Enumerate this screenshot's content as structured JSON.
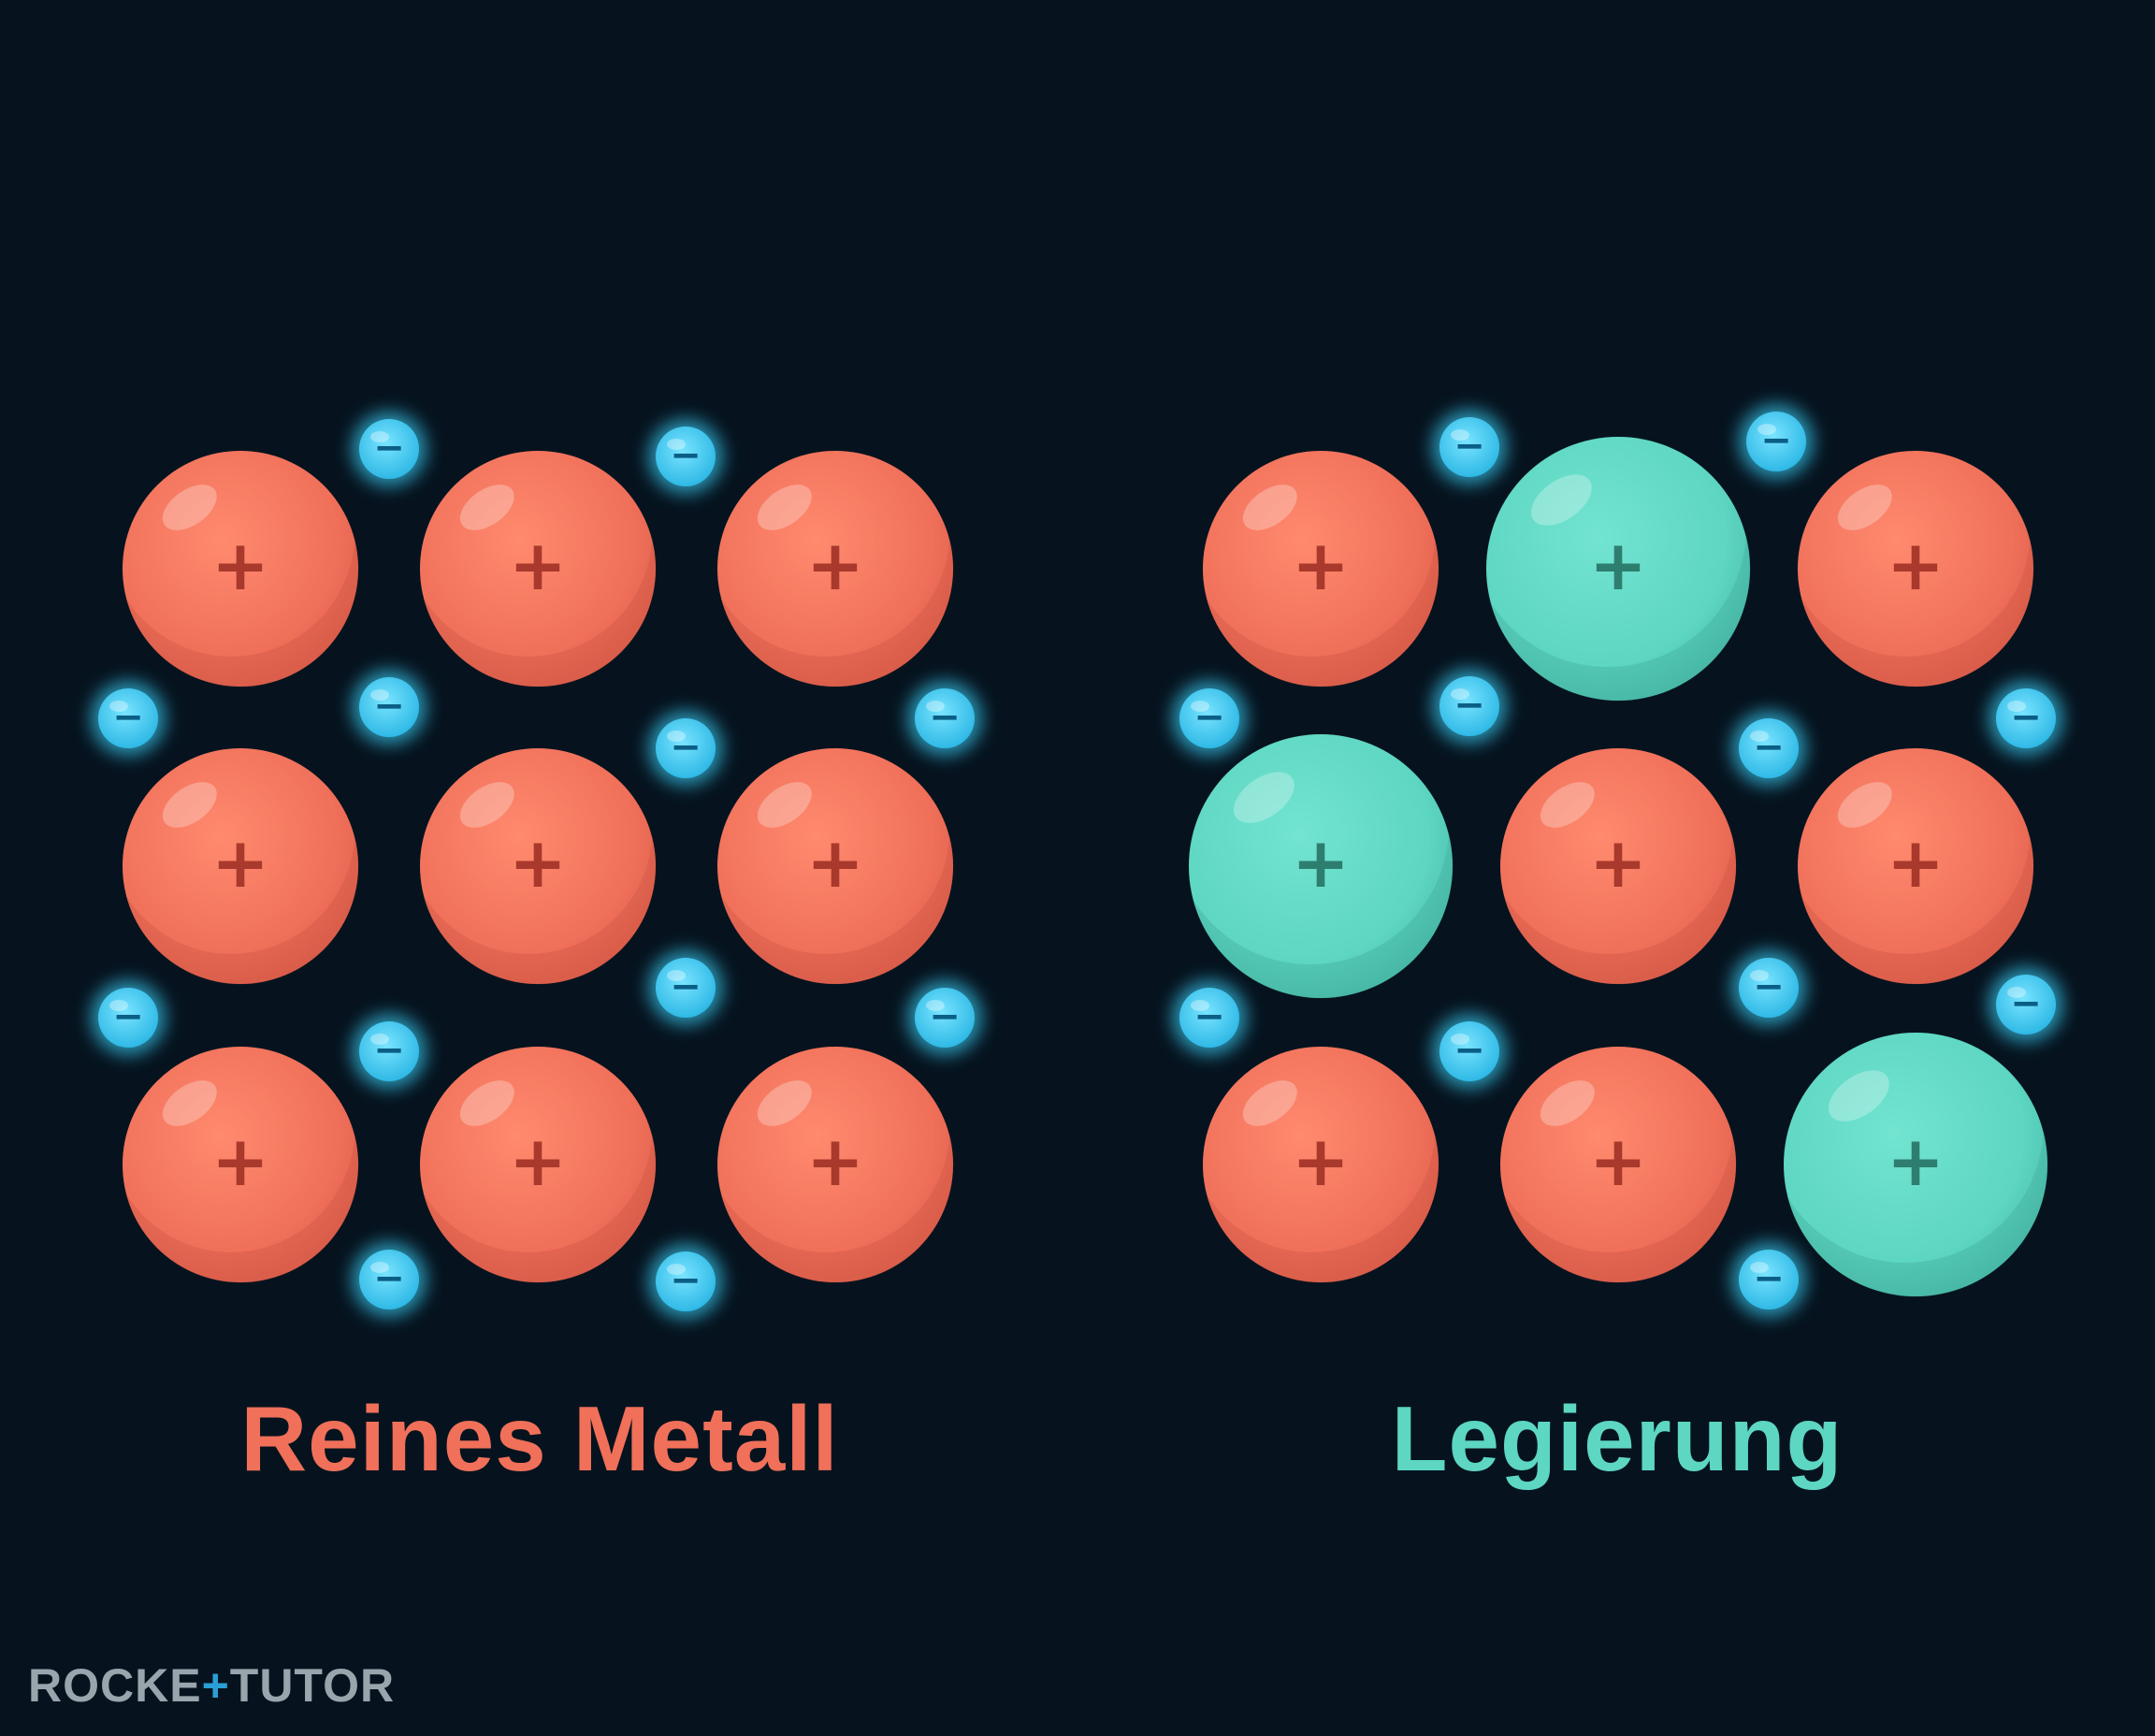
{
  "colors": {
    "background": "#06131e",
    "metal_atom": "#f0705a",
    "alloy_atom": "#5dd6c2",
    "electron": "#38c8ee",
    "caption_metal": "#f0705a",
    "caption_alloy": "#5dd6c2",
    "logo_text": "#9aa4ad",
    "logo_cross": "#2a9fd6"
  },
  "symbols": {
    "atom_charge": "+",
    "electron_charge": "−"
  },
  "panels": [
    {
      "caption": "Reines Metall",
      "atoms": [
        {
          "kind": "metal"
        },
        {
          "kind": "metal"
        },
        {
          "kind": "metal"
        },
        {
          "kind": "metal"
        },
        {
          "kind": "metal"
        },
        {
          "kind": "metal"
        },
        {
          "kind": "metal"
        },
        {
          "kind": "metal"
        },
        {
          "kind": "metal"
        }
      ]
    },
    {
      "caption": "Legierung",
      "atoms": [
        {
          "kind": "metal"
        },
        {
          "kind": "alloy"
        },
        {
          "kind": "metal"
        },
        {
          "kind": "alloy"
        },
        {
          "kind": "metal"
        },
        {
          "kind": "metal"
        },
        {
          "kind": "metal"
        },
        {
          "kind": "metal"
        },
        {
          "kind": "alloy"
        }
      ]
    }
  ],
  "logo": {
    "part1": "ROCKE",
    "part2": "+",
    "part3": "TUTOR"
  }
}
